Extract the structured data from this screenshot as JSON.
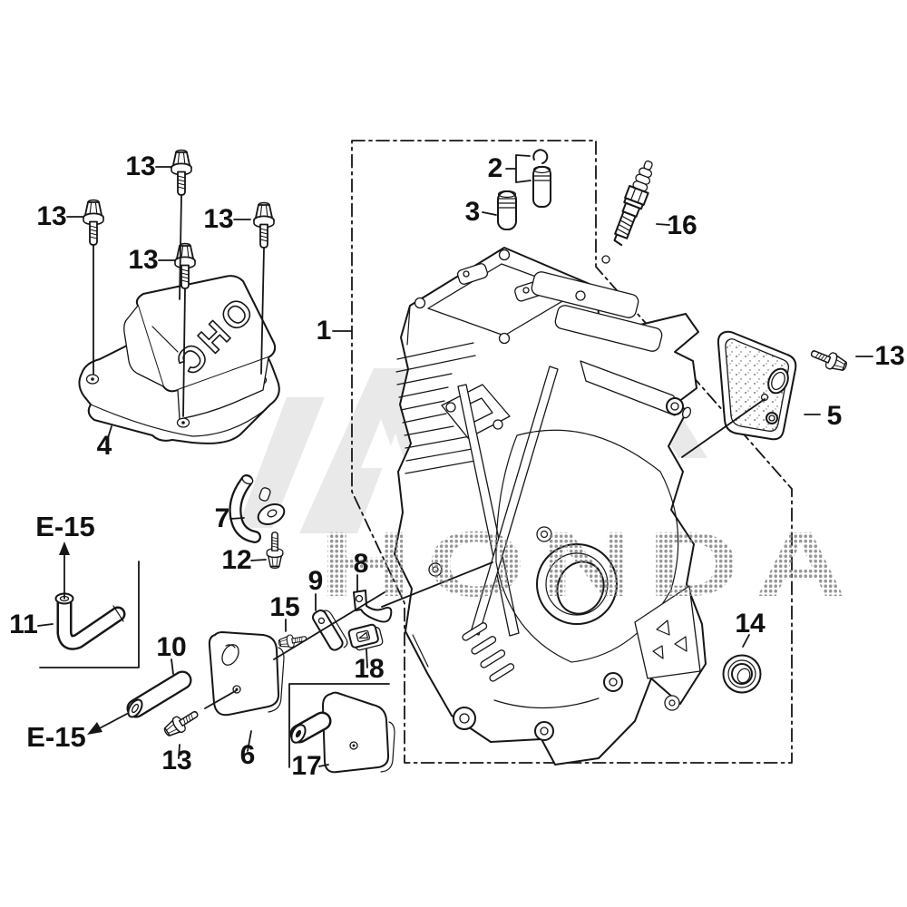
{
  "watermark": {
    "text": "HONDA"
  },
  "emboss": {
    "valve_cover": "OHC"
  },
  "reference": {
    "e15": "E-15"
  },
  "callouts": {
    "part1": "1",
    "part2": "2",
    "part3": "3",
    "part4": "4",
    "part5": "5",
    "part6": "6",
    "part7": "7",
    "part8": "8",
    "part9": "9",
    "part10": "10",
    "part11": "11",
    "part12": "12",
    "part13": "13",
    "part14": "14",
    "part15": "15",
    "part16": "16",
    "part17": "17",
    "part18": "18"
  },
  "colors": {
    "line": "#161616",
    "watermark_fill": "#e9e9e9",
    "halftone_dot": "#7d7d7d",
    "background": "#ffffff"
  }
}
